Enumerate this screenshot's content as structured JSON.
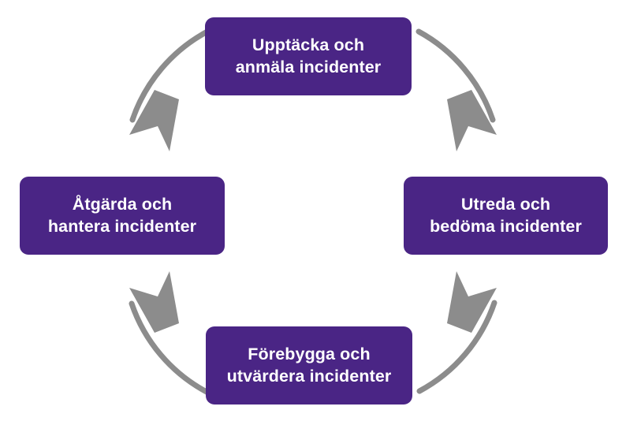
{
  "diagram": {
    "type": "cycle",
    "direction": "clockwise",
    "background_color": "#FFFFFF",
    "node_fill_color": "#4A2585",
    "node_text_color": "#FFFFFF",
    "arc_color": "#8C8C8C",
    "nodes": [
      {
        "id": "top",
        "position": "top",
        "line1": "Upptäcka och",
        "line2": "anmäla incidenter",
        "label": "Upptäcka och\nanmäla incidenter"
      },
      {
        "id": "right",
        "position": "right",
        "line1": "Utreda och",
        "line2": "bedöma incidenter",
        "label": "Utreda och\nbedöma incidenter"
      },
      {
        "id": "bottom",
        "position": "bottom",
        "line1": "Förebygga och",
        "line2": "utvärdera incidenter",
        "label": "Förebygga och\nutvärdera incidenter"
      },
      {
        "id": "left",
        "position": "left",
        "line1": "Åtgärda och",
        "line2": "hantera incidenter",
        "label": "Åtgärda och\nhantera incidenter"
      }
    ],
    "arrows": [
      {
        "id": "top-to-right",
        "from": "top",
        "to": "right",
        "name": "arc-arrow-top-right"
      },
      {
        "id": "right-to-bottom",
        "from": "right",
        "to": "bottom",
        "name": "arc-arrow-bottom-right"
      },
      {
        "id": "bottom-to-left",
        "from": "bottom",
        "to": "left",
        "name": "arc-arrow-bottom-left"
      },
      {
        "id": "left-to-top",
        "from": "left",
        "to": "top",
        "name": "arc-arrow-top-left"
      }
    ]
  }
}
